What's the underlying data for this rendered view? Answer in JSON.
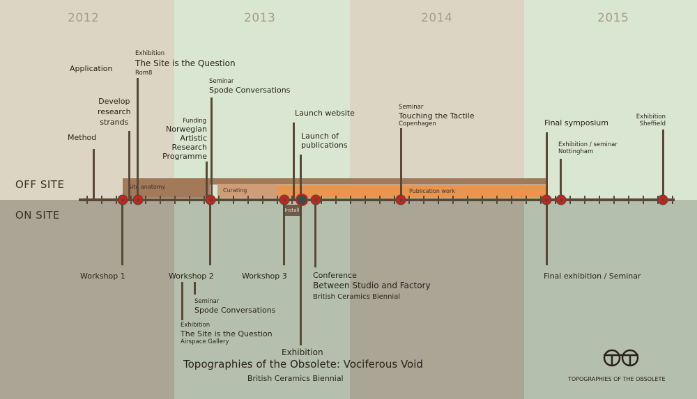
{
  "years": [
    "2012",
    "2013",
    "2014",
    "2015"
  ],
  "zones": {
    "off_site": "OFF SITE",
    "on_site": "ON SITE"
  },
  "bars": {
    "site_anatomy": "Site anatomy",
    "curating": "Curating",
    "publication_work": "Publication work",
    "install": "Install"
  },
  "colors": {
    "bar_dark": "#a27a5a",
    "bar_light": "#cf9e78",
    "bar_orange": "#e89550",
    "marker": "#d41e1e",
    "axis": "#5a4836"
  },
  "off": {
    "application": "Application",
    "develop": [
      "Develop",
      "research",
      "strands"
    ],
    "method": "Method",
    "ex1_cap": "Exhibition",
    "ex1_title": "The Site is the Question",
    "ex1_sub": "Rom8",
    "funding": "Funding",
    "funding_title": [
      "Norwegian",
      "Artistic",
      "Research",
      "Programme"
    ],
    "sem1_cap": "Seminar",
    "sem1_title": "Spode Conversations",
    "launch_web": "Launch website",
    "launch_pub": [
      "Launch of",
      "publications"
    ],
    "sem2_cap": "Seminar",
    "sem2_title": "Touching the Tactile",
    "sem2_sub": "Copenhagen",
    "final_sym": "Final symposium",
    "ex_sem_cap": "Exhibition / seminar",
    "ex_sem_sub": "Nottingham",
    "ex_sh_cap": "Exhibition",
    "ex_sh_sub": "Sheffield"
  },
  "on": {
    "ws1": "Workshop 1",
    "ws2": "Workshop 2",
    "ws3": "Workshop 3",
    "sem_cap": "Seminar",
    "sem_title": "Spode Conversations",
    "ex_cap": "Exhibition",
    "ex_title": "The Site is the Question",
    "ex_sub": "Airspace Gallery",
    "conf_cap": "Conference",
    "conf_title": "Between Studio and Factory",
    "conf_sub": "British Ceramics Biennial",
    "final_ex": "Final exhibition / Seminar",
    "main_cap": "Exhibition",
    "main_title": "Topographies of the Obsolete: Vociferous Void",
    "main_sub": "British Ceramics Biennial"
  },
  "logo": {
    "text": "TOPOGRAPHIES OF THE OBSOLETE"
  }
}
